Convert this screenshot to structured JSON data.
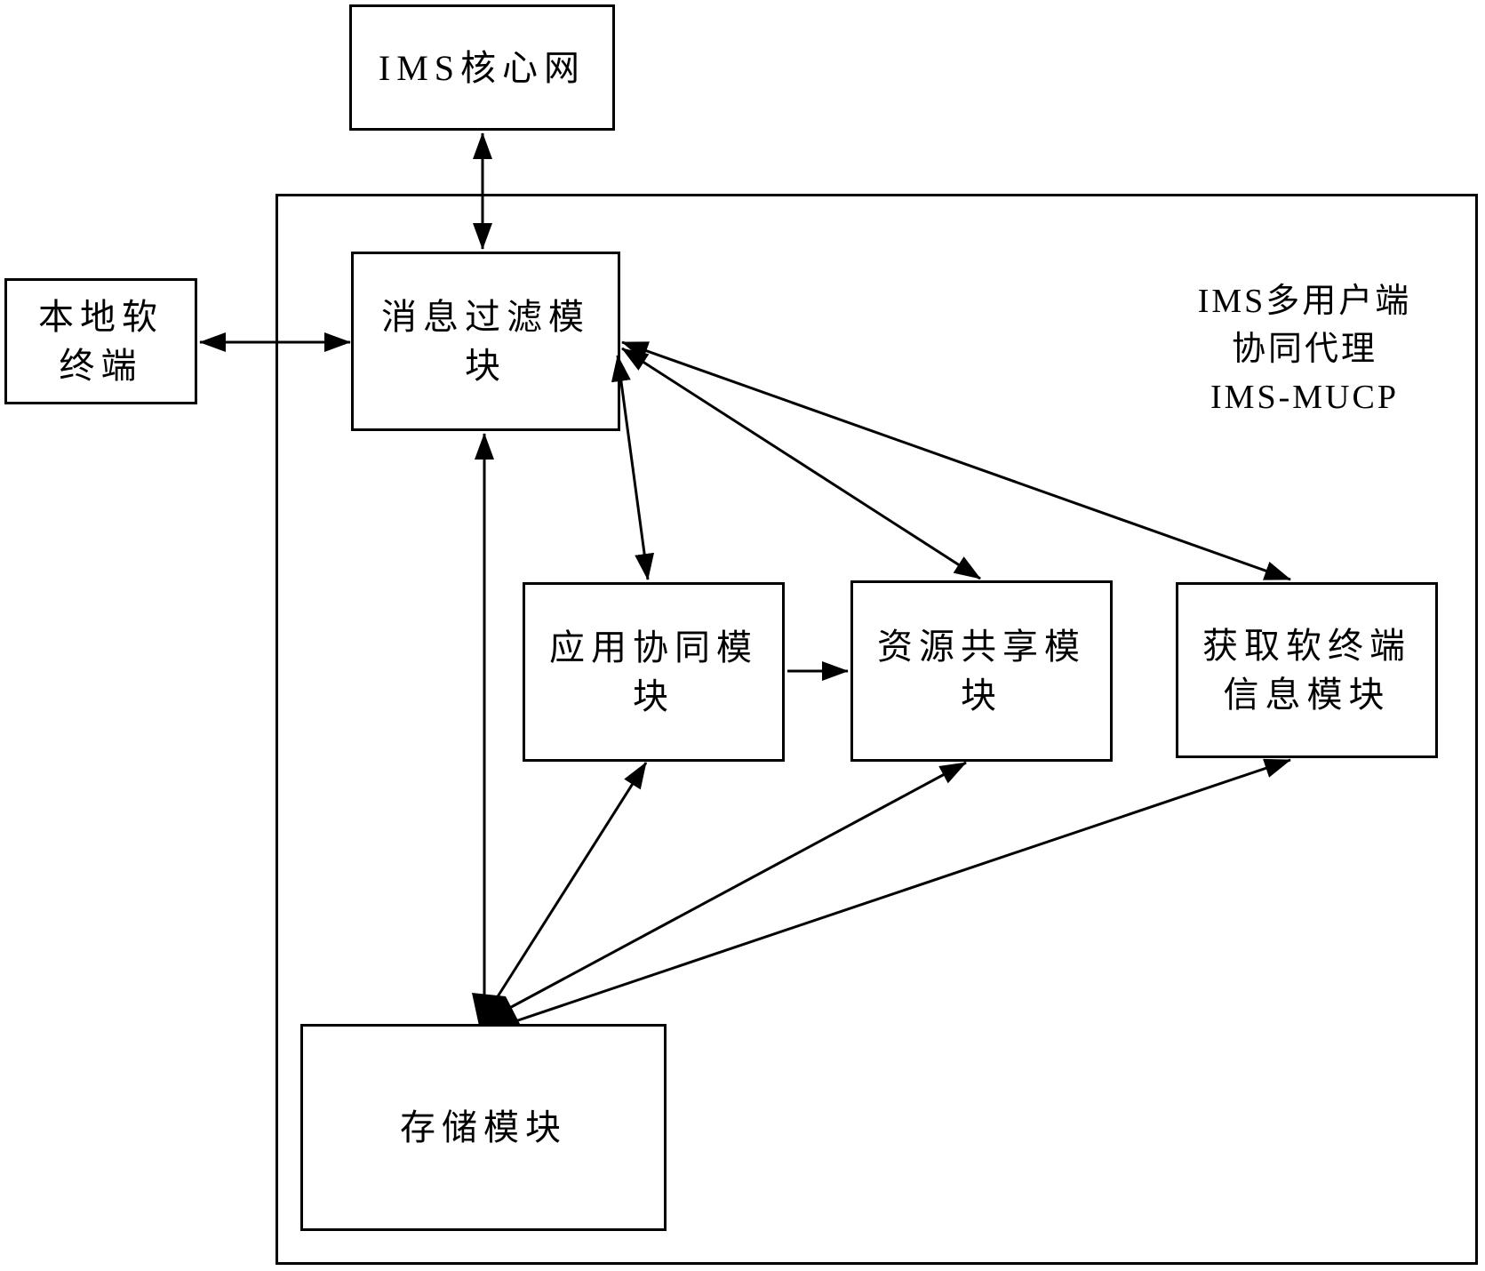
{
  "nodes": {
    "ims_core": {
      "label": "IMS核心网"
    },
    "local_soft_terminal": {
      "label": "本地软终端"
    },
    "message_filter": {
      "label": "消息过滤模块"
    },
    "app_collaboration": {
      "label": "应用协同模块"
    },
    "resource_sharing": {
      "label": "资源共享模块"
    },
    "get_terminal_info": {
      "label": "获取软终端信息模块"
    },
    "storage": {
      "label": "存储模块"
    }
  },
  "container": {
    "label_lines": [
      "IMS多用户端",
      "协同代理",
      "IMS-MUCP"
    ]
  },
  "edges": [
    {
      "from": "ims_core",
      "to": "message_filter",
      "direction": "bidirectional"
    },
    {
      "from": "local_soft_terminal",
      "to": "message_filter",
      "direction": "bidirectional"
    },
    {
      "from": "message_filter",
      "to": "app_collaboration",
      "direction": "bidirectional"
    },
    {
      "from": "message_filter",
      "to": "resource_sharing",
      "direction": "bidirectional"
    },
    {
      "from": "message_filter",
      "to": "get_terminal_info",
      "direction": "bidirectional"
    },
    {
      "from": "storage",
      "to": "message_filter",
      "direction": "unidirectional"
    },
    {
      "from": "storage",
      "to": "app_collaboration",
      "direction": "bidirectional"
    },
    {
      "from": "storage",
      "to": "resource_sharing",
      "direction": "bidirectional"
    },
    {
      "from": "storage",
      "to": "get_terminal_info",
      "direction": "bidirectional"
    },
    {
      "from": "app_collaboration",
      "to": "resource_sharing",
      "direction": "unidirectional"
    }
  ],
  "colors": {
    "line": "#000000",
    "background": "#ffffff",
    "box_background": "#ffffff"
  }
}
